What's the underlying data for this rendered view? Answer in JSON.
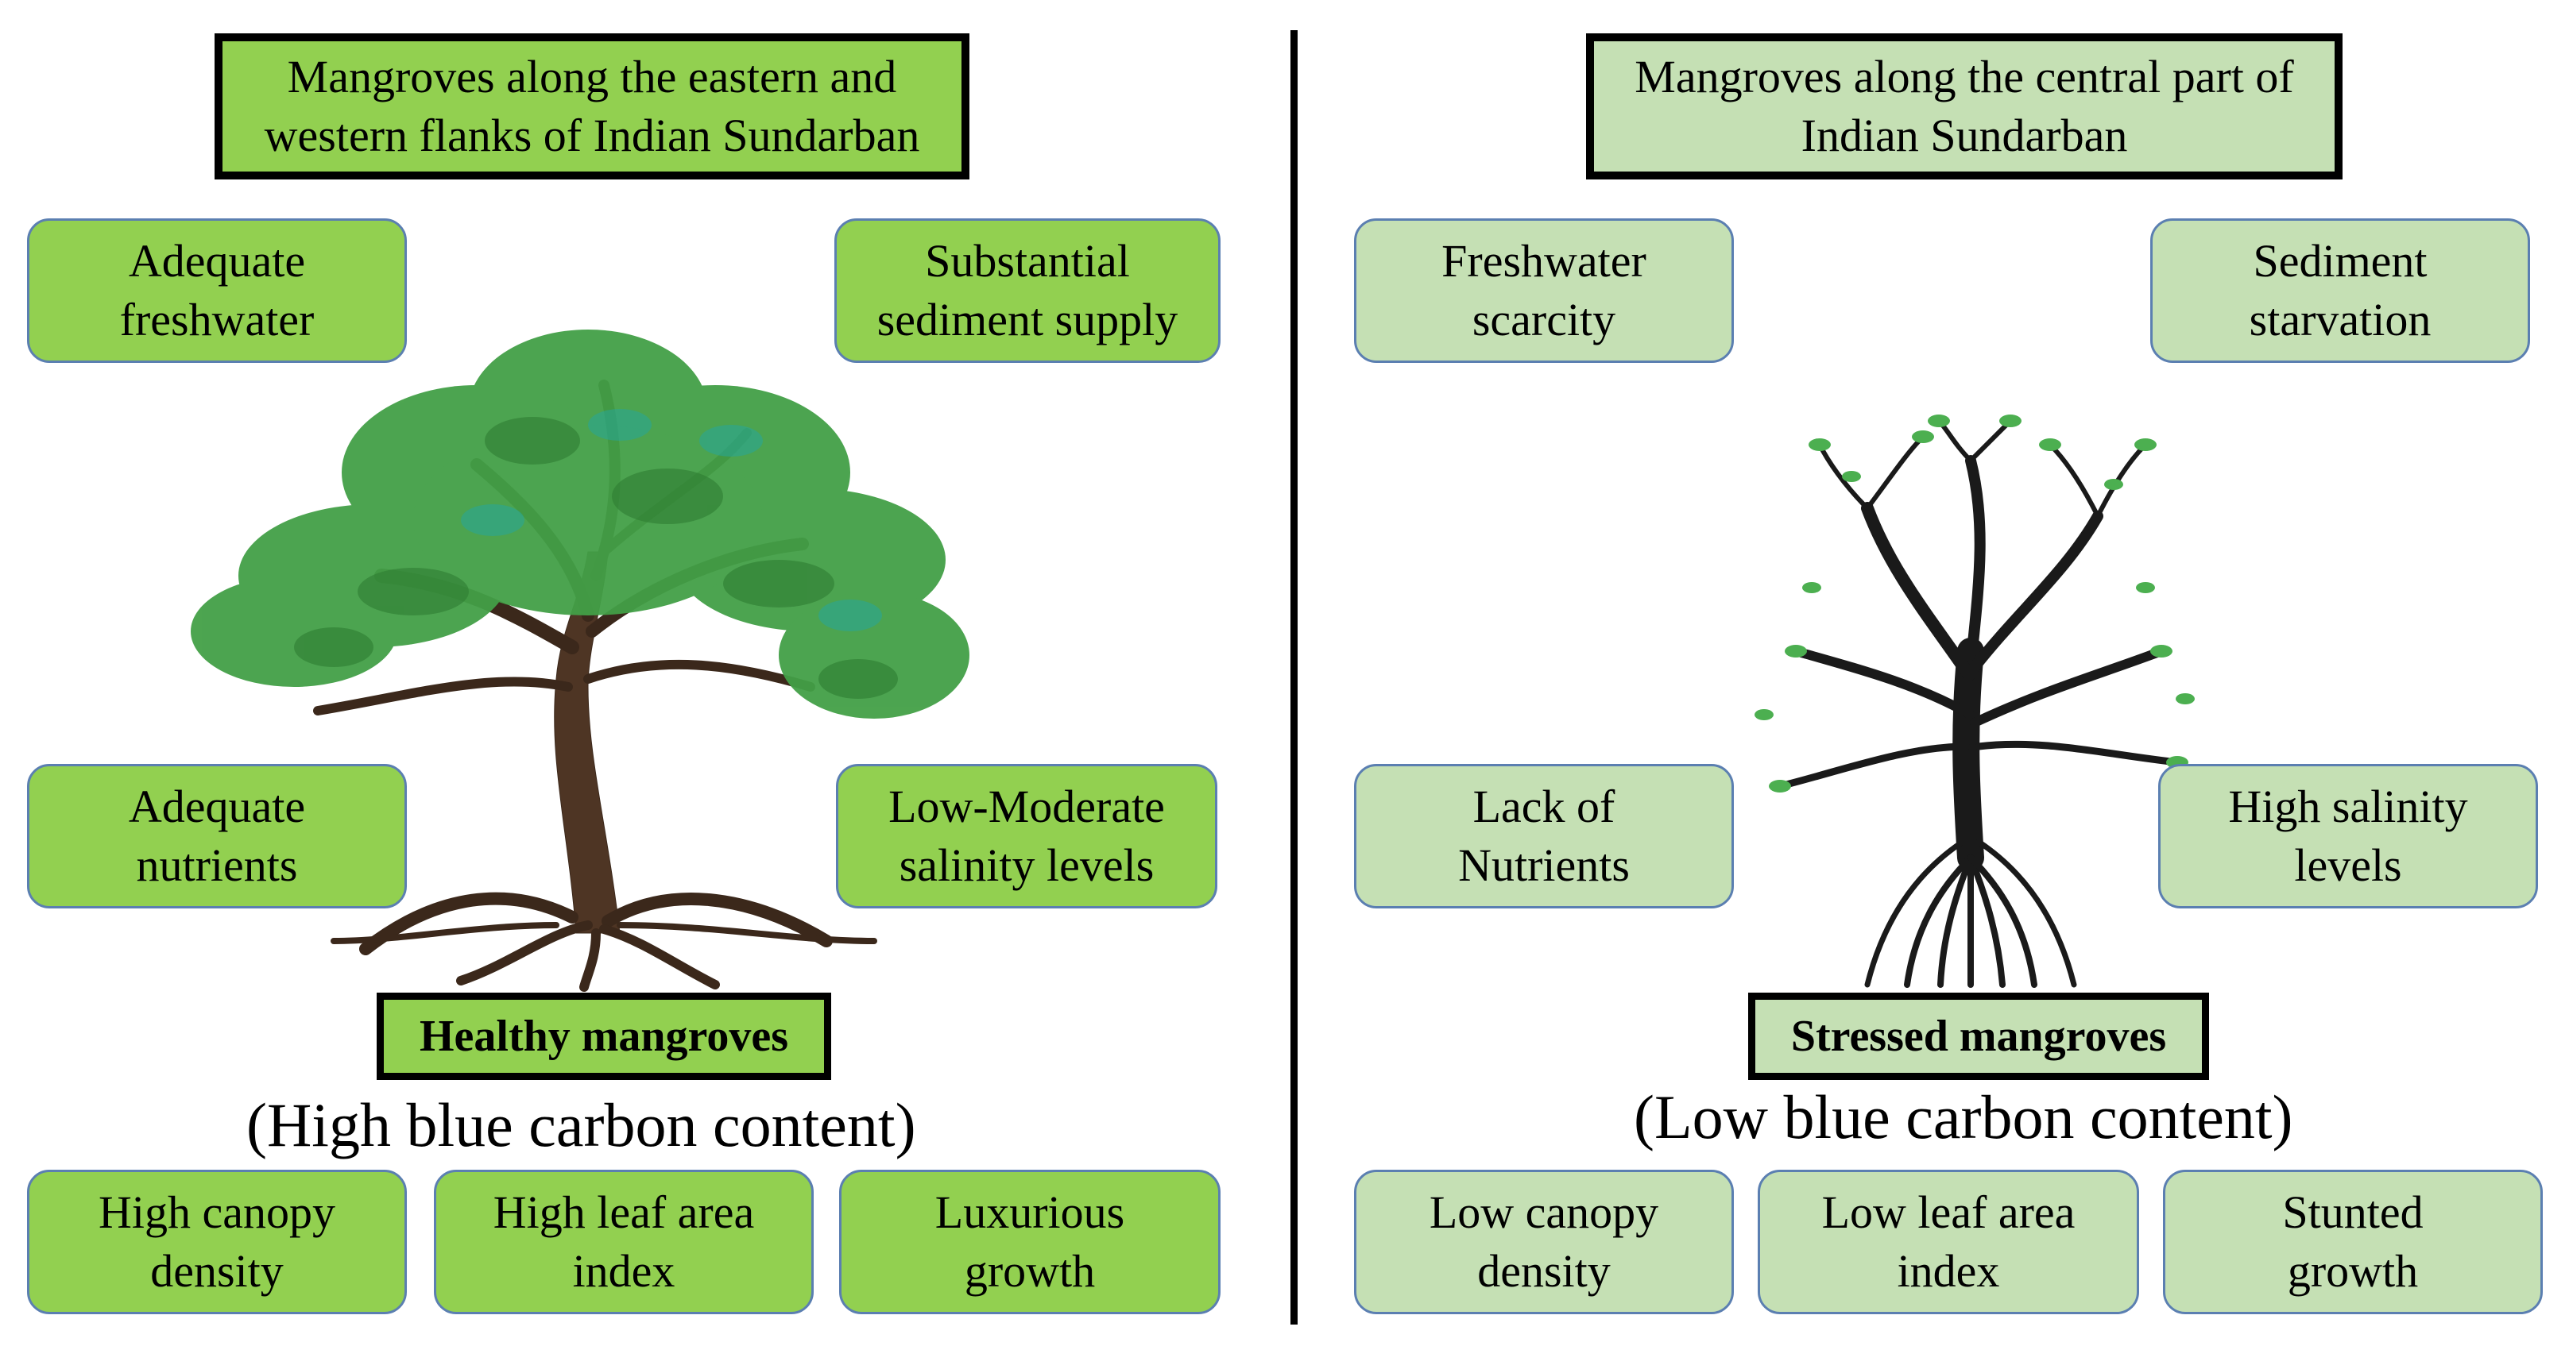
{
  "left": {
    "title": "Mangroves along the eastern and\nwestern flanks of Indian Sundarban",
    "factors": {
      "top_left": "Adequate\nfreshwater",
      "top_right": "Substantial\nsediment supply",
      "mid_left": "Adequate\nnutrients",
      "mid_right": "Low-Moderate\nsalinity levels"
    },
    "status_label": "Healthy mangroves",
    "carbon": "(High blue carbon content)",
    "outcomes": [
      "High canopy\ndensity",
      "High leaf area\nindex",
      "Luxurious\ngrowth"
    ],
    "tree": "healthy-tree-icon"
  },
  "right": {
    "title": "Mangroves along the central part of\nIndian Sundarban",
    "factors": {
      "top_left": "Freshwater\nscarcity",
      "top_right": "Sediment\nstarvation",
      "mid_left": "Lack of\nNutrients",
      "mid_right": "High salinity\nlevels"
    },
    "status_label": "Stressed mangroves",
    "carbon": "(Low blue carbon content)",
    "outcomes": [
      "Low canopy\ndensity",
      "Low leaf area\nindex",
      "Stunted\ngrowth"
    ],
    "tree": "stressed-tree-icon"
  },
  "colors": {
    "healthy_fill": "#92d050",
    "stressed_fill": "#c5e0b4",
    "box_border": "#5b7fb1",
    "healthy_leaf": "#4caf50",
    "stressed_trunk": "#1a1a1a"
  }
}
